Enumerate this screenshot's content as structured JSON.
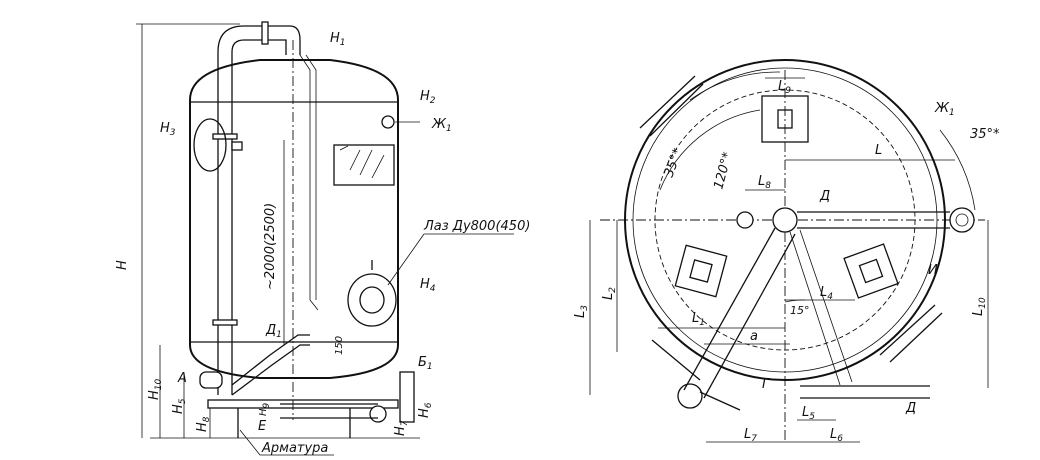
{
  "side_view": {
    "labels": {
      "H": "H",
      "H1": "H",
      "H1_sub": "1",
      "H2": "H",
      "H2_sub": "2",
      "H3": "H",
      "H3_sub": "3",
      "H4": "H",
      "H4_sub": "4",
      "H5": "H",
      "H5_sub": "5",
      "H6": "H",
      "H6_sub": "6",
      "H7": "H",
      "H7_sub": "7",
      "H8": "H",
      "H8_sub": "8",
      "H9": "H",
      "H9_sub": "9",
      "H10": "H",
      "H10_sub": "10",
      "height": "~2000(2500)",
      "manhole": "Лаз Ду800(450)",
      "fittings": "Арматура",
      "dim150": "150",
      "A": "А",
      "B1": "Б",
      "B1_sub": "1",
      "D1": "Д",
      "D1_sub": "1",
      "E": "Е",
      "Zh1": "Ж",
      "Zh1_sub": "1"
    }
  },
  "plan_view": {
    "labels": {
      "L": "L",
      "L1": "L",
      "L1_sub": "1",
      "L2": "L",
      "L2_sub": "2",
      "L3": "L",
      "L3_sub": "3",
      "L4": "L",
      "L4_sub": "4",
      "L5": "L",
      "L5_sub": "5",
      "L6": "L",
      "L6_sub": "6",
      "L7": "L",
      "L7_sub": "7",
      "L8": "L",
      "L8_sub": "8",
      "L9": "L",
      "L9_sub": "9",
      "L10": "L",
      "L10_sub": "10",
      "angle35a": "35°*",
      "angle35b": "35°*",
      "angle120": "120°*",
      "angle15": "15°",
      "a": "a",
      "D": "Д",
      "G": "Г",
      "I": "И",
      "Dd": "Д",
      "Zh1": "Ж",
      "Zh1_sub": "1"
    }
  }
}
